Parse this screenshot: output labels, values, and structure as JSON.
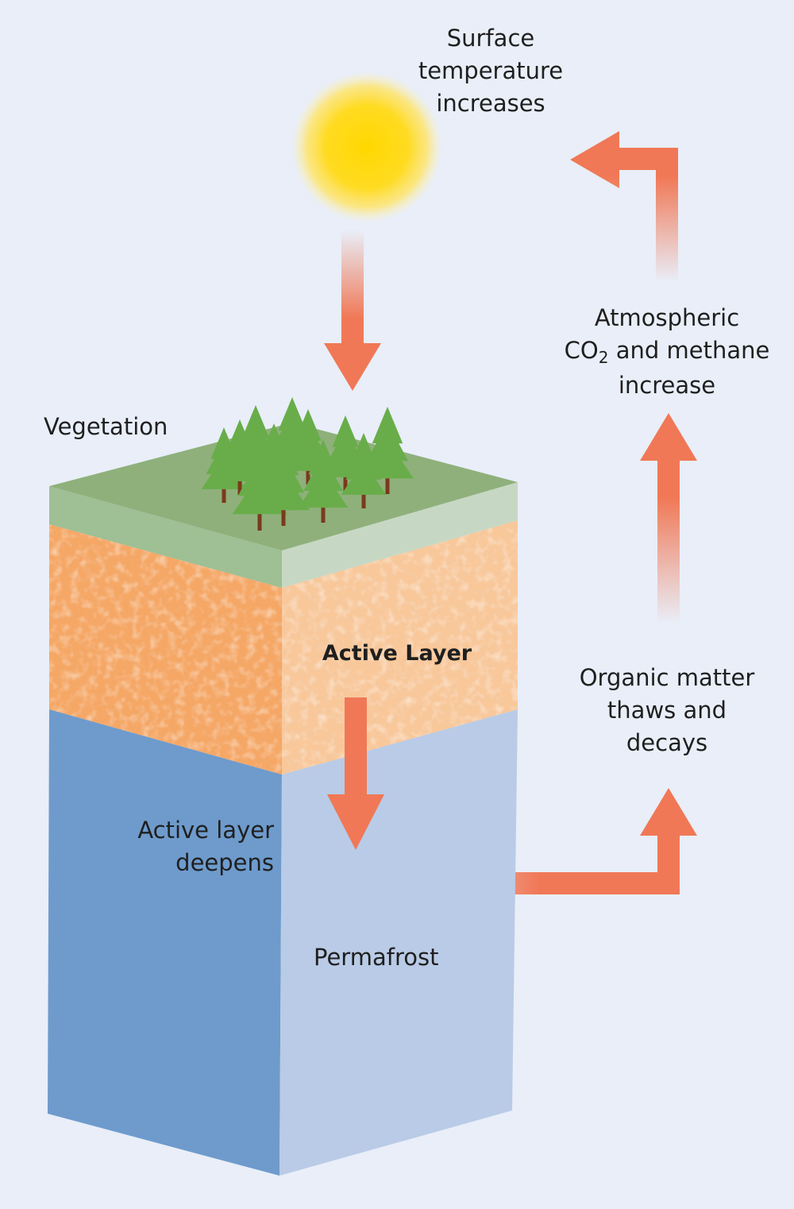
{
  "labels": {
    "surface_temperature": [
      "Surface",
      "temperature",
      "increases"
    ],
    "atmospheric": {
      "line1": "Atmospheric",
      "line2_prefix": "CO",
      "line2_subscript": "2",
      "line2_suffix": " and methane",
      "line3": "increase"
    },
    "organic_matter": [
      "Organic matter",
      "thaws and",
      "decays"
    ],
    "vegetation": "Vegetation",
    "active_layer": "Active Layer",
    "active_layer_deepens": [
      "Active layer",
      "deepens"
    ],
    "permafrost": "Permafrost"
  },
  "colors": {
    "background": "#e9eef8",
    "arrow": "#f07856",
    "sun": "#ffd400",
    "vegetation_top": "#8fb07b",
    "vegetation_side": "#9fbf94",
    "active_layer_front": "#f5a766",
    "active_layer_side": "#f8c79a",
    "permafrost_front": "#6e9bcc",
    "permafrost_side": "#b9cbe6",
    "tree": "#69ad4a",
    "trunk": "#7a3a1c"
  },
  "icons": [
    "sun-icon",
    "tree-icon"
  ]
}
